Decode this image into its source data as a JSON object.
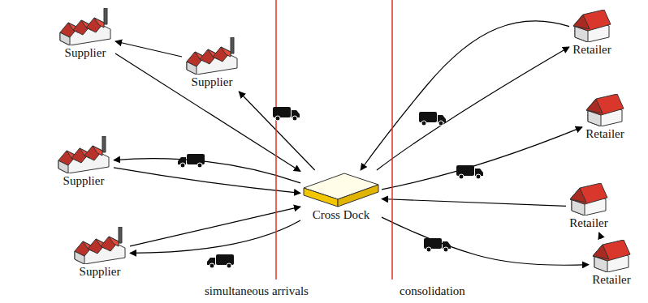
{
  "diagram": {
    "nodes": [
      {
        "text": [
          "Supplier"
        ]
      },
      {
        "text": [
          "Supplier"
        ]
      },
      {
        "text": [
          "Supplier"
        ]
      },
      {
        "text": [
          "Supplier"
        ]
      },
      {
        "text": [
          "Cross Dock"
        ]
      },
      {
        "text": [
          "Retailer"
        ]
      },
      {
        "text": [
          "Retailer"
        ]
      },
      {
        "text": [
          "Retailer"
        ]
      },
      {
        "text": [
          "Retailer"
        ]
      }
    ],
    "edges": [
      {
        "from": 1,
        "to": 0,
        "arrow": "to"
      },
      {
        "from": 0,
        "to": 4,
        "arrow": "to"
      },
      {
        "from": 4,
        "to": 1,
        "arrow": "to"
      },
      {
        "from": 4,
        "to": 2,
        "arrow": "to"
      },
      {
        "from": 2,
        "to": 4,
        "arrow": "to"
      },
      {
        "from": 3,
        "to": 4,
        "arrow": "to"
      },
      {
        "from": 4,
        "to": 3,
        "arrow": "to"
      },
      {
        "from": 5,
        "to": 4,
        "arrow": "to"
      },
      {
        "from": 4,
        "to": 5,
        "arrow": "to"
      },
      {
        "from": 4,
        "to": 6,
        "arrow": "to"
      },
      {
        "from": 7,
        "to": 4,
        "arrow": "to"
      },
      {
        "from": 8,
        "to": 7,
        "arrow": "to"
      },
      {
        "from": 4,
        "to": 8,
        "arrow": "to"
      }
    ],
    "labels": [
      "simultaneous arrivals",
      "consolidation"
    ]
  }
}
